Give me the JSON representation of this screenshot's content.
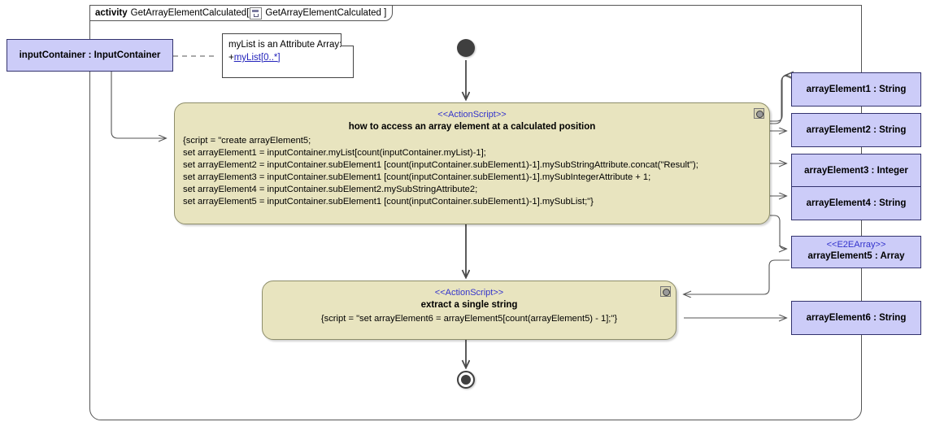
{
  "diagram": {
    "kind_keyword": "activity",
    "name": "GetArrayElementCalculated",
    "frame_label_ref": "GetArrayElementCalculated",
    "frame_icon": "activity-diagram-icon"
  },
  "colors": {
    "object_node_fill": "#ccccf8",
    "object_node_border": "#33336e",
    "action_node_fill": "#e8e4bf",
    "action_node_border": "#8d8d6a",
    "stereotype_text": "#3333cc",
    "note_fill": "#ffffff",
    "edge": "#555555",
    "control_node": "#3f3f3f"
  },
  "input_object": {
    "label": "inputContainer : InputContainer"
  },
  "note": {
    "line1": "myList is an Attribute Array:",
    "prefix": "+",
    "attribute": "myList[0..*]"
  },
  "actions": [
    {
      "stereotype": "<<ActionScript>>",
      "title": "how to access an array element at a calculated position",
      "script_lines": [
        "{script = \"create arrayElement5;",
        "set arrayElement1 = inputContainer.myList[count(inputContainer.myList)-1];",
        "set arrayElement2 = inputContainer.subElement1 [count(inputContainer.subElement1)-1].mySubStringAttribute.concat(\"Result\");",
        "set arrayElement3 = inputContainer.subElement1 [count(inputContainer.subElement1)-1].mySubIntegerAttribute + 1;",
        "set arrayElement4 = inputContainer.subElement2.mySubStringAttribute2;",
        "set arrayElement5 = inputContainer.subElement1 [count(inputContainer.subElement1)-1].mySubList;\"}"
      ],
      "badge": "script-badge-icon"
    },
    {
      "stereotype": "<<ActionScript>>",
      "title": "extract a single string",
      "script_lines": [
        "{script = \"set arrayElement6 = arrayElement5[count(arrayElement5) - 1];\"}"
      ],
      "badge": "script-badge-icon"
    }
  ],
  "output_objects": [
    {
      "stereotype": "",
      "label": "arrayElement1 : String"
    },
    {
      "stereotype": "",
      "label": "arrayElement2 : String"
    },
    {
      "stereotype": "",
      "label": "arrayElement3 : Integer"
    },
    {
      "stereotype": "",
      "label": "arrayElement4 : String"
    },
    {
      "stereotype": "<<E2EArray>>",
      "label": "arrayElement5 : Array"
    },
    {
      "stereotype": "",
      "label": "arrayElement6 : String"
    }
  ],
  "control_nodes": {
    "initial": "initial-node",
    "final": "activity-final-node"
  }
}
